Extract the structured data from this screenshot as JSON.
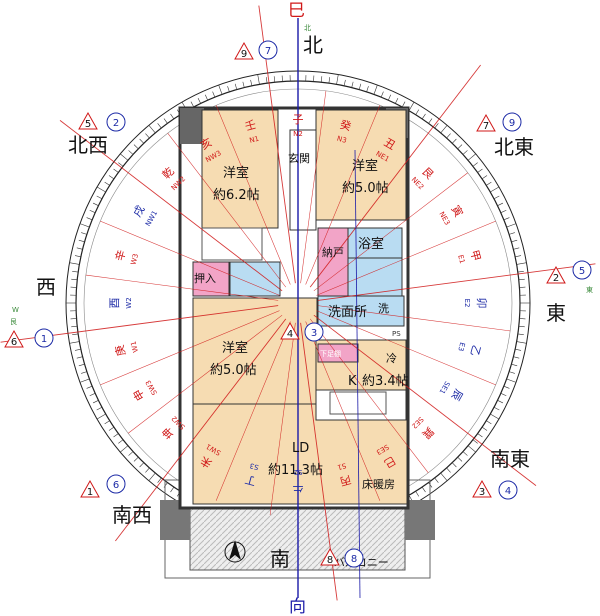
{
  "axis": {
    "top": "巳",
    "bottom": "向"
  },
  "directions": {
    "north": "北",
    "northeast": "北東",
    "east": "東",
    "southeast": "南東",
    "south": "南",
    "southwest": "南西",
    "west": "西",
    "northwest": "北西"
  },
  "sectors": [
    {
      "glyph": "子",
      "code": "N2",
      "color": "red"
    },
    {
      "glyph": "癸",
      "code": "N3",
      "color": "red"
    },
    {
      "glyph": "丑",
      "code": "NE1",
      "color": "red"
    },
    {
      "glyph": "艮",
      "code": "NE2",
      "color": "red"
    },
    {
      "glyph": "寅",
      "code": "NE3",
      "color": "red"
    },
    {
      "glyph": "甲",
      "code": "E1",
      "color": "red"
    },
    {
      "glyph": "卯",
      "code": "E2",
      "color": "blue"
    },
    {
      "glyph": "乙",
      "code": "E3",
      "color": "blue"
    },
    {
      "glyph": "辰",
      "code": "SE1",
      "color": "blue"
    },
    {
      "glyph": "巽",
      "code": "SE2",
      "color": "red"
    },
    {
      "glyph": "巳",
      "code": "SE3",
      "color": "red"
    },
    {
      "glyph": "丙",
      "code": "S1",
      "color": "red"
    },
    {
      "glyph": "午",
      "code": "S2",
      "color": "blue"
    },
    {
      "glyph": "丁",
      "code": "S3",
      "color": "blue"
    },
    {
      "glyph": "未",
      "code": "SW1",
      "color": "red"
    },
    {
      "glyph": "坤",
      "code": "SW2",
      "color": "red"
    },
    {
      "glyph": "申",
      "code": "SW3",
      "color": "red"
    },
    {
      "glyph": "庚",
      "code": "W1",
      "color": "red"
    },
    {
      "glyph": "酉",
      "code": "W2",
      "color": "blue"
    },
    {
      "glyph": "辛",
      "code": "W3",
      "color": "red"
    },
    {
      "glyph": "戌",
      "code": "NW1",
      "color": "blue"
    },
    {
      "glyph": "乾",
      "code": "NW2",
      "color": "red"
    },
    {
      "glyph": "亥",
      "code": "NW3",
      "color": "red"
    },
    {
      "glyph": "壬",
      "code": "N1",
      "color": "red"
    }
  ],
  "markers": [
    {
      "tri": "9",
      "circ": "7"
    },
    {
      "tri": "7",
      "circ": "9"
    },
    {
      "tri": "2",
      "circ": "5"
    },
    {
      "tri": "3",
      "circ": "4"
    },
    {
      "tri": "8",
      "circ": "8"
    },
    {
      "tri": "1",
      "circ": "6"
    },
    {
      "tri": "6",
      "circ": "1"
    },
    {
      "tri": "5",
      "circ": "2"
    },
    {
      "tri": "4",
      "circ": "3"
    }
  ],
  "edge_labels": {
    "west_small": "W",
    "west_small2": "艮",
    "east_small": "東",
    "north_small": "北"
  },
  "rooms": {
    "western_nw": {
      "name": "洋室",
      "size": "約6.2帖"
    },
    "western_ne": {
      "name": "洋室",
      "size": "約5.0帖"
    },
    "western_w": {
      "name": "洋室",
      "size": "約5.0帖"
    },
    "genkan": "玄関",
    "bath": "浴室",
    "nando": "納戸",
    "oshiire": "押入",
    "senmenjo": "洗面所",
    "sen": "洗",
    "ps": "PS",
    "shoe": "下足棚",
    "fridge": "冷",
    "kitchen": {
      "name": "K",
      "size": "約3.4帖"
    },
    "ld": {
      "name": "LD",
      "size": "約11.3帖"
    },
    "floor_heating": "床暖房",
    "balcony": "バルコニー"
  }
}
